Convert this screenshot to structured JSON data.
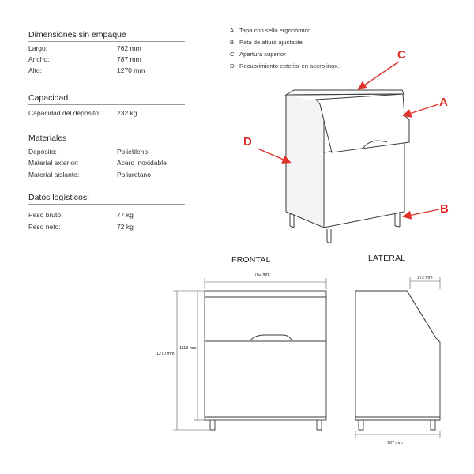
{
  "sections": {
    "dimensiones": {
      "title": "Dimensiones sin empaque",
      "rows": [
        {
          "label": "Largo:",
          "value": "762 mm"
        },
        {
          "label": "Ancho:",
          "value": "787 mm"
        },
        {
          "label": "Alto:",
          "value": "1270 mm"
        }
      ]
    },
    "capacidad": {
      "title": "Capacidad",
      "rows": [
        {
          "label": "Capacidad del depósito:",
          "value": "232 kg"
        }
      ]
    },
    "materiales": {
      "title": "Materiales",
      "rows": [
        {
          "label": "Depósito:",
          "value": "Polietileno"
        },
        {
          "label": "Material exterior:",
          "value": "Acero inoxidable"
        },
        {
          "label": "Material aislante:",
          "value": "Poliuretano"
        }
      ]
    },
    "logisticos": {
      "title": "Datos logísticos:",
      "rows": [
        {
          "label": "Peso bruto:",
          "value": "77 kg"
        },
        {
          "label": "Peso neto:",
          "value": "72 kg"
        }
      ]
    }
  },
  "legend": [
    {
      "letter": "A.",
      "text": "Tapa con sello ergonómico"
    },
    {
      "letter": "B.",
      "text": "Pata de altura ajustable"
    },
    {
      "letter": "C.",
      "text": "Apertura superior"
    },
    {
      "letter": "D.",
      "text": "Recubrimiento exterior en acero inox."
    }
  ],
  "callouts": {
    "a": "A",
    "b": "B",
    "c": "C",
    "d": "D"
  },
  "views": {
    "frontal": {
      "title": "FRONTAL",
      "width_label": "762 mm",
      "total_height_label": "1270 mm",
      "body_height_label": "1118 mm"
    },
    "lateral": {
      "title": "LATERAL",
      "top_label": "172 mm",
      "depth_label": "787 mm"
    }
  },
  "colors": {
    "callout": "#e0312b",
    "line": "#3a3a3a"
  }
}
